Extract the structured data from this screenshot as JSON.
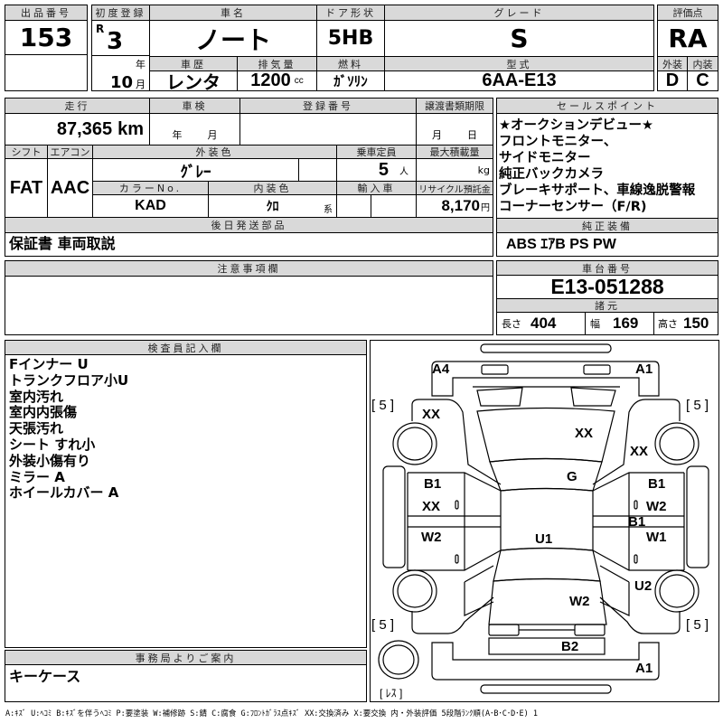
{
  "lot": {
    "label": "出品番号",
    "value": "153"
  },
  "first_reg": {
    "label": "初度登録",
    "era": "R",
    "year": "3",
    "year_unit": "年",
    "month": "10",
    "month_unit": "月"
  },
  "car_name": {
    "label": "車名",
    "value": "ノート"
  },
  "door": {
    "label": "ドア形状",
    "value": "5HB"
  },
  "grade": {
    "label": "グレード",
    "value": "S"
  },
  "score": {
    "label": "評価点",
    "value": "RA",
    "ext_label": "外装",
    "int_label": "内装",
    "ext": "D",
    "int": "C"
  },
  "history": {
    "label": "車歴",
    "value": "レンタ"
  },
  "displacement": {
    "label": "排気量",
    "value": "1200",
    "unit": "cc"
  },
  "fuel": {
    "label": "燃料",
    "value": "ｶﾞｿﾘﾝ"
  },
  "model": {
    "label": "型式",
    "value": "6AA-E13"
  },
  "mileage": {
    "label": "走行",
    "value": "87,365",
    "unit": "km"
  },
  "inspection": {
    "label": "車検",
    "year": "年",
    "month": "月"
  },
  "reg_no": {
    "label": "登録番号"
  },
  "transfer": {
    "label": "譲渡書類期限",
    "month": "月",
    "day": "日"
  },
  "shift": {
    "label": "シフト",
    "value": "FAT"
  },
  "ac": {
    "label": "エアコン",
    "value": "AAC"
  },
  "ext_color": {
    "label": "外装色",
    "value": "ｸﾞﾚｰ"
  },
  "capacity": {
    "label": "乗車定員",
    "value": "5",
    "unit": "人"
  },
  "max_load": {
    "label": "最大積載量",
    "unit": "kg"
  },
  "color_no": {
    "label": "カラーNo.",
    "value": "KAD"
  },
  "int_color": {
    "label": "内装色",
    "value": "ｸﾛ",
    "unit": "系"
  },
  "import": {
    "label": "輸入車"
  },
  "recycle": {
    "label": "リサイクル預託金",
    "value": "8,170",
    "unit": "円"
  },
  "later_parts": {
    "label": "後日発送部品",
    "value": "保証書 車両取説"
  },
  "sales": {
    "label": "セールスポイント",
    "lines": [
      "★オークションデビュー★",
      "フロントモニター、",
      "サイドモニター",
      "純正バックカメラ",
      "ブレーキサポート、車線逸脱警報",
      "コーナーセンサー（F/R)"
    ]
  },
  "equip": {
    "label": "純正装備",
    "value": "ABS ｴｱB PS PW"
  },
  "notes": {
    "label": "注意事項欄"
  },
  "chassis": {
    "label": "車台番号",
    "value": "E13-051288"
  },
  "specs": {
    "label": "諸元",
    "length_label": "長さ",
    "length": "404",
    "width_label": "幅",
    "width": "169",
    "height_label": "高さ",
    "height": "150"
  },
  "inspector": {
    "label": "検査員記入欄",
    "lines": [
      "Fインナー U",
      "トランクフロア小U",
      "室内汚れ",
      "室内内張傷",
      "天張汚れ",
      "シート すれ小",
      "外装小傷有り",
      "ミラー A",
      "ホイールカバー A"
    ]
  },
  "office": {
    "label": "事務局よりご案内",
    "value": "キーケース"
  },
  "diagram": {
    "marks": [
      "A4",
      "A1",
      "XX",
      "XX",
      "XX",
      "G",
      "B1",
      "XX",
      "W2",
      "U1",
      "B1",
      "W2",
      "B1",
      "W1",
      "U2",
      "W2",
      "B2",
      "A1"
    ],
    "tires": [
      "[ 5 ]",
      "[ 5 ]",
      "[ 5 ]",
      "[ 5 ]"
    ],
    "spare": "[ ﾚｽ ]"
  },
  "legend": "A:ｷｽﾞ U:ﾍｺﾐ B:ｷｽﾞを伴うﾍｺﾐ P:要塗装 W:補修跡 S:錆 C:腐食 G:ﾌﾛﾝﾄｶﾞﾗｽ点ｷｽﾞ XX:交換済み X:要交換 内・外装評価 5段階ﾗﾝｸ順(A･B･C･D･E) 1"
}
